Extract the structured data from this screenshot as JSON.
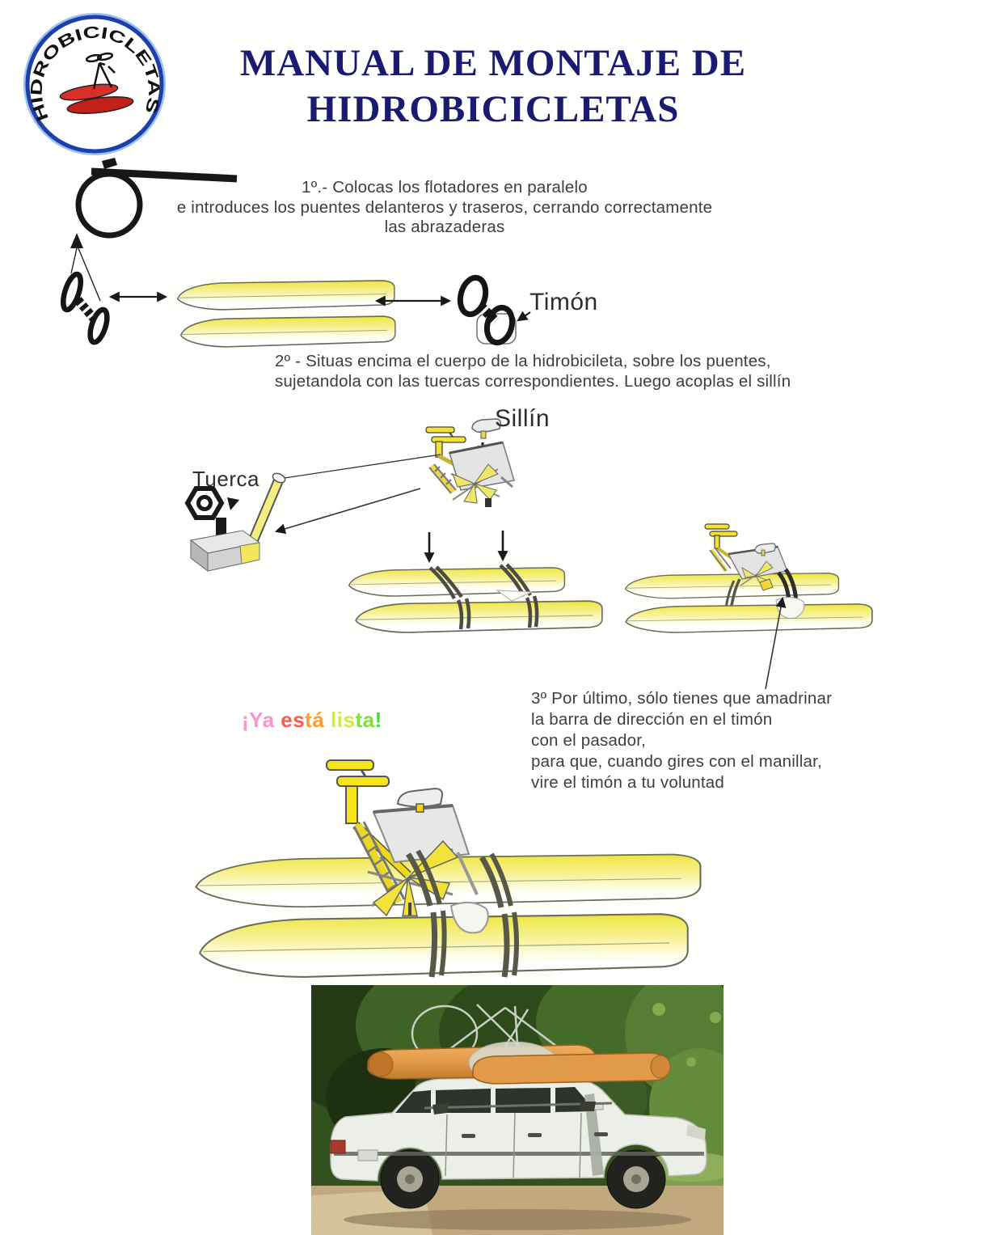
{
  "document": {
    "title": "MANUAL DE MONTAJE DE\nHIDROBICICLETAS",
    "logo_text": "HIDROBICICLETAS"
  },
  "steps": {
    "step1": "1º.-  Colocas los flotadores en paralelo\ne introduces los puentes delanteros y traseros, cerrando correctamente\nlas abrazaderas",
    "step2": "2º - Situas encima el cuerpo de la hidrobicileta, sobre los puentes,\nsujetandola con las tuercas  correspondientes. Luego acoplas el sillín",
    "step3": "3º Por último, sólo tienes que amadrinar\nla barra de dirección en el timón\ncon el pasador,\npara que, cuando gires con el manillar,\nvire el timón a tu voluntad"
  },
  "labels": {
    "timon": "Timón",
    "sillin": "Sillín",
    "tuerca": "Tuerca"
  },
  "ready_banner": {
    "text": "¡Ya está lista!",
    "segments": [
      {
        "text": "¡Ya ",
        "color": "#ff93cf"
      },
      {
        "text": "es",
        "color": "#ff5a4d"
      },
      {
        "text": "tá ",
        "color": "#ff9e2e"
      },
      {
        "text": "lis",
        "color": "#cdee3a"
      },
      {
        "text": "ta",
        "color": "#7fe03c"
      },
      {
        "text": "!",
        "color": "#3bdc3b"
      }
    ]
  },
  "icons": {
    "clamp-icon": "hose clamp ring with bar",
    "bridge-icon": "bridge tube with two clamp rings",
    "rudder-icon": "rudder plate behind clamps",
    "nut-icon": "hex nut",
    "up-arrow": "↑",
    "down-arrow": "↓",
    "left-right-arrow": "↔"
  },
  "colors": {
    "title_navy": "#1a1a70",
    "body_text": "#3e3e3e",
    "pontoon_yellow": "#f0e84c",
    "frame_yellow": "#f5e418",
    "logo_blue": "#2451b8",
    "logo_red": "#d83028",
    "photo_pontoon_orange": "#e29a49"
  }
}
